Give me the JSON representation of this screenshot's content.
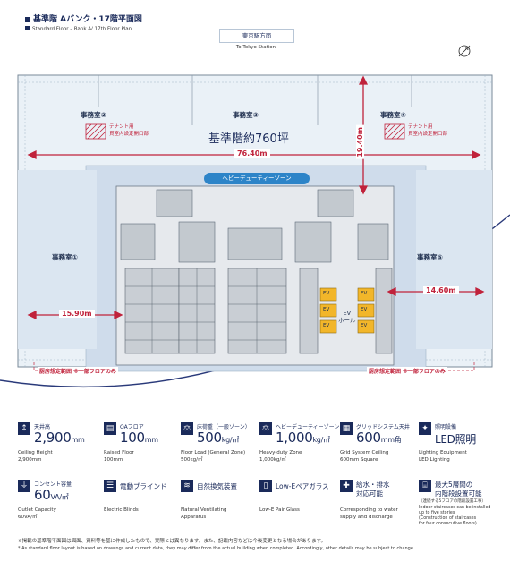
{
  "header": {
    "title_jp": "基準階 Aバンク・17階平面図",
    "title_en": "Standard Floor – Bank A/ 17th Floor Plan"
  },
  "compass_label": "東京駅方面",
  "compass_sub": "To Tokyo Station",
  "plan": {
    "rooms": [
      "事務室②",
      "事務室③",
      "事務室④",
      "事務室①",
      "事務室⑤"
    ],
    "tenant_note_line1": "テナント用",
    "tenant_note_line2": "貸室内設定開口部",
    "area_label": "基準階約760坪",
    "dim_width": "76.40m",
    "dim_depth": "19.40m",
    "dim_left": "15.90m",
    "dim_right": "14.60m",
    "heavy_duty_zone": "ヘビーデューティーゾーン",
    "ev_hall_line1": "EV",
    "ev_hall_line2": "ホール",
    "ev_label": "EV",
    "kitchen_zone": "厨房想定範囲 ※一部フロアのみ"
  },
  "features": [
    {
      "icon": "ceiling-height-icon",
      "title": "天井高",
      "value": "2,900",
      "unit": "mm",
      "en1": "Ceiling Height",
      "en2": "2,900mm"
    },
    {
      "icon": "raised-floor-icon",
      "title": "OAフロア",
      "value": "100",
      "unit": "mm",
      "en1": "Raised Floor",
      "en2": "100mm"
    },
    {
      "icon": "floor-load-icon",
      "title": "床荷重（一般ゾーン）",
      "value": "500",
      "unit": "kg/㎡",
      "en1": "Floor Load (General Zone)",
      "en2": "500kg/㎡"
    },
    {
      "icon": "heavy-duty-icon",
      "title": "ヘビーデューティーゾーン",
      "value": "1,000",
      "unit": "kg/㎡",
      "en1": "Heavy-duty Zone",
      "en2": "1,000kg/㎡"
    },
    {
      "icon": "grid-ceiling-icon",
      "title": "グリッドシステム天井",
      "value": "600",
      "unit": "mm角",
      "en1": "Grid System Ceiling",
      "en2": "600mm Square"
    },
    {
      "icon": "lighting-icon",
      "title": "照明設備",
      "value": "LED照明",
      "unit": "",
      "en1": "Lighting Equipment",
      "en2": "LED Lighting"
    },
    {
      "icon": "outlet-icon",
      "title": "コンセント容量",
      "value": "60",
      "unit": "VA/㎡",
      "en1": "Outlet Capacity",
      "en2": "60VA/㎡"
    },
    {
      "icon": "blinds-icon",
      "title": "電動ブラインド",
      "value": "",
      "unit": "",
      "en1": "Electric Blinds",
      "en2": ""
    },
    {
      "icon": "ventilation-icon",
      "title": "自然換気装置",
      "value": "",
      "unit": "",
      "en1": "Natural Ventilating",
      "en2": "Apparatus"
    },
    {
      "icon": "glass-icon",
      "title": "Low-Eペアガラス",
      "value": "",
      "unit": "",
      "en1": "Low-E Pair Glass",
      "en2": ""
    },
    {
      "icon": "water-icon",
      "title": "給水・排水",
      "title2": "対応可能",
      "value": "",
      "unit": "",
      "en1": "Corresponding to water",
      "en2": "supply and discharge"
    },
    {
      "icon": "stairs-icon",
      "title": "最大5層間の",
      "title2": "内階段設置可能",
      "title3": "（連続する5フロアの階段設置工事）",
      "value": "",
      "unit": "",
      "en1": "Indoor staircases can be installed",
      "en2": "up to five stories",
      "en3": "(Construction of staircases",
      "en4": "for four consecutive floors)"
    }
  ],
  "footnote_jp": "※掲載の基準階平面図は図面、資料等を基に作成したもので、実際とは異なります。また、記載内容などは今後変更となる場合があります。",
  "footnote_en": "* As standard floor layout is based on drawings and current data, they may differ from the actual building when completed. Accordingly, other details may be subject to change."
}
